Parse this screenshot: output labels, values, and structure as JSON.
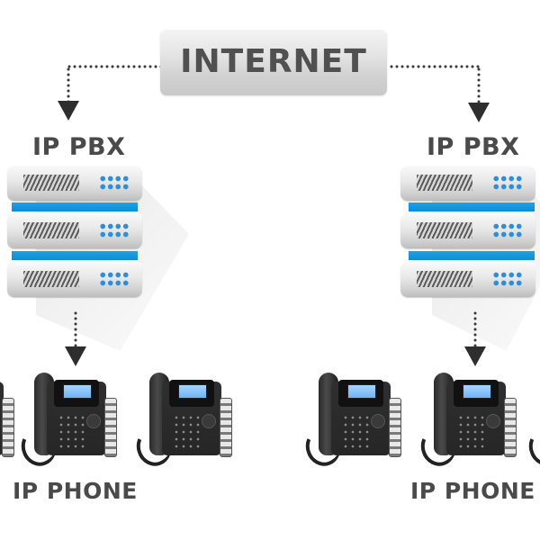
{
  "diagram": {
    "internet": {
      "label": "INTERNET",
      "icon": "cloud-box"
    },
    "sites": [
      {
        "pbx": {
          "label": "IP PBX",
          "units": 3,
          "icon": "server-rack-icon"
        },
        "phones": {
          "label": "IP PHONE",
          "count_visible": 3,
          "icon": "desk-phone-icon"
        }
      },
      {
        "pbx": {
          "label": "IP PBX",
          "units": 3,
          "icon": "server-rack-icon"
        },
        "phones": {
          "label": "IP PHONE",
          "count_visible": 3,
          "icon": "desk-phone-icon"
        }
      }
    ],
    "connections": [
      {
        "from": "INTERNET",
        "to": "IP PBX (left)",
        "style": "dotted-arrow"
      },
      {
        "from": "INTERNET",
        "to": "IP PBX (right)",
        "style": "dotted-arrow"
      },
      {
        "from": "IP PBX (left)",
        "to": "IP PHONE (left)",
        "style": "dotted-arrow"
      },
      {
        "from": "IP PBX (right)",
        "to": "IP PHONE (right)",
        "style": "dotted-arrow"
      }
    ],
    "colors": {
      "accent_blue": "#0b8ed3",
      "led_blue": "#2e8fd8",
      "label_gray": "#4a4a4a",
      "arrow": "#2e2e2e",
      "background": "#ffffff"
    }
  }
}
